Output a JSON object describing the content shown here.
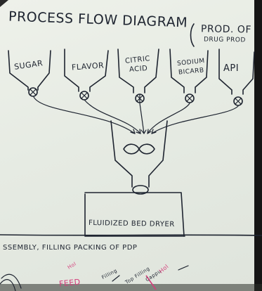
{
  "header": {
    "title": "PROCESS FLOW DIAGRAM",
    "subtitle_line1": "PROD. OF",
    "subtitle_line2": "DRUG PROD"
  },
  "hoppers": [
    {
      "label_line1": "SUGAR",
      "label_line2": ""
    },
    {
      "label_line1": "FLAVOR",
      "label_line2": ""
    },
    {
      "label_line1": "CITRIC",
      "label_line2": "ACID"
    },
    {
      "label_line1": "SODIUM",
      "label_line2": "BICARB"
    },
    {
      "label_line1": "API",
      "label_line2": ""
    }
  ],
  "dryer": {
    "label": "FLUIDIZED BED DRYER"
  },
  "section2": {
    "heading": "SSEMBLY, FILLING PACKING OF PDP"
  },
  "sketch_notes": {
    "note1": "Hol",
    "note2": "FEED",
    "note3": "Filling",
    "note4": "Top Filling",
    "note5": "Cappu",
    "note6": "Hol"
  },
  "colors": {
    "ink": "#1e2430",
    "paper": "#e6ebe3",
    "marker_pink": "#d43c7a",
    "shadow_edge": "#151515"
  }
}
